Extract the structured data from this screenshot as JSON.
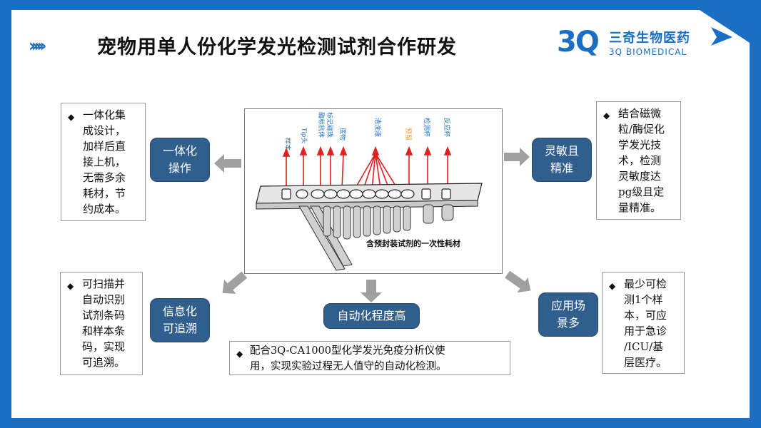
{
  "header": {
    "chevrons": "›››››",
    "title": "宠物用单人份化学发光检测试剂合作研发"
  },
  "logo": {
    "mark": "3Q",
    "name_cn": "三奇生物医药",
    "name_en": "3Q BIOMEDICAL"
  },
  "boxes": {
    "top_left": {
      "lines": [
        "一体化集",
        "成设计，",
        "加样后直",
        "接上机，",
        "无需多余",
        "耗材，节",
        "约成本。"
      ]
    },
    "top_right": {
      "lines": [
        "结合磁微",
        "粒/酶促化",
        "学发光技",
        "术，检测",
        "灵敏度达",
        "pg级且定",
        "量精准。"
      ]
    },
    "bottom_left": {
      "lines": [
        "可扫描并",
        "自动识别",
        "试剂条码",
        "和样本条",
        "码，实现",
        "可追溯。"
      ]
    },
    "bottom_right": {
      "lines": [
        "最少可检",
        "测1个样",
        "本，可应",
        "用于急诊",
        "/ICU/基",
        "层医疗。"
      ]
    },
    "bottom_center": {
      "lines": [
        "配合3Q-CA1000型化学发光免疫分析仪使",
        "用，实现实验过程无人值守的自动化检测。"
      ]
    }
  },
  "buttons": {
    "integrated": [
      "一体化",
      "操作"
    ],
    "sensitive": [
      "灵敏且",
      "精准"
    ],
    "trace": [
      "信息化",
      "可追溯"
    ],
    "auto": [
      "自动化程度高"
    ],
    "scenario": [
      "应用场",
      "景多"
    ]
  },
  "product": {
    "labels": {
      "sample": "样本",
      "tip": "Tip头",
      "enzyme": "酶标抗体",
      "magnetic": "标记磁珠",
      "substrate": "底物",
      "wash": "清洗液",
      "reserved": "预留",
      "detect_cup": "检测杯",
      "reaction_cup": "反应杯"
    },
    "caption": "含预封装试剂的一次性耗材"
  },
  "colors": {
    "frame": "#1a6fc4",
    "button": "#305f8e",
    "label_blue": "#1e73c8",
    "label_orange": "#e8a020",
    "arrow_red": "#e02020"
  }
}
